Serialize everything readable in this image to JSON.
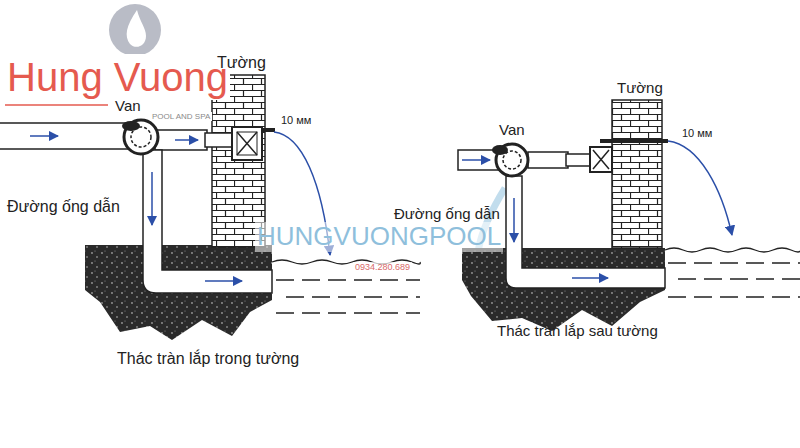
{
  "diagram": {
    "labels": [
      "Hung Vuong",
      "POOL AND SPA",
      "Tường",
      "Van",
      "10 мм",
      "Đường ống dẫn",
      "Thác tràn lắp trong tường",
      "Tường",
      "Van",
      "10 мм",
      "Đường ống dẫn",
      "Thác tràn lắp sau tường",
      "HUNGVUONGPOOL",
      "0934.280.689"
    ]
  }
}
